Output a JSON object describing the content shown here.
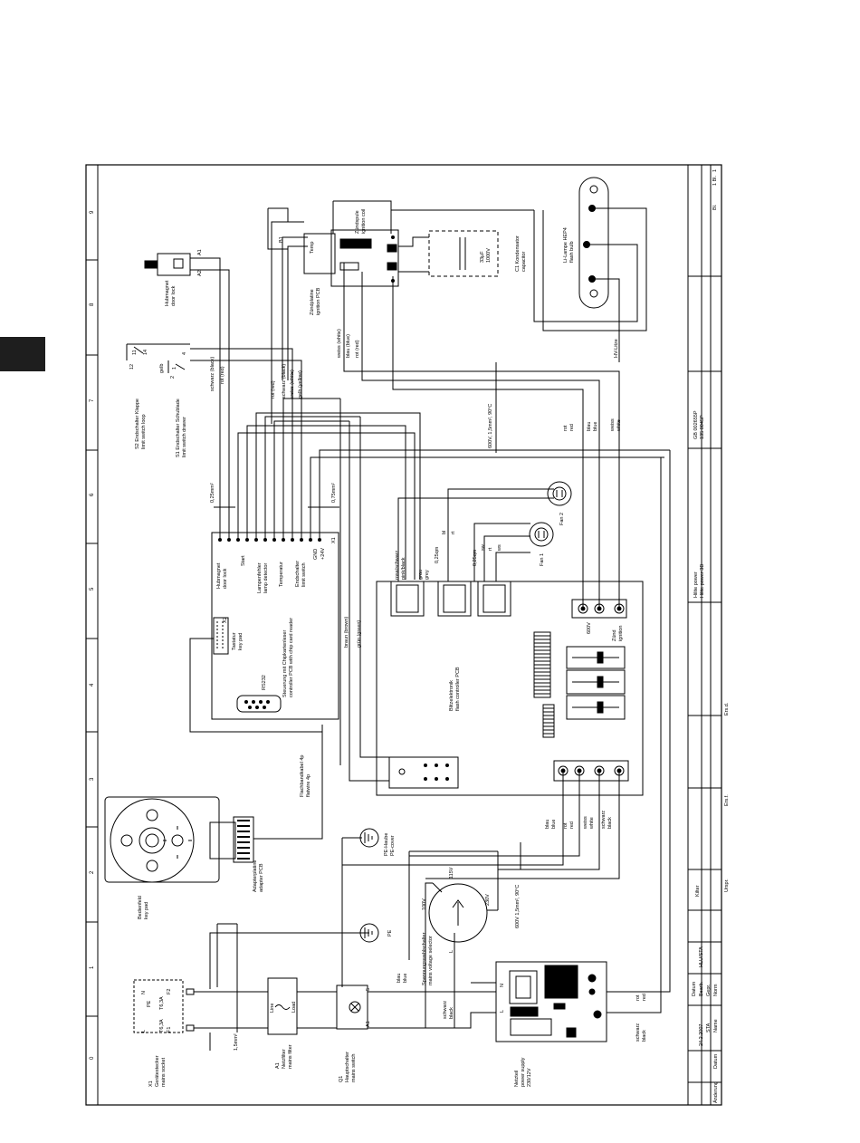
{
  "zones": [
    "0",
    "1",
    "2",
    "3",
    "4",
    "5",
    "6",
    "7",
    "8",
    "9"
  ],
  "title_block": {
    "sheet_no": "1",
    "sheet_no_label": "Bl.",
    "sheet_count": "1 Bl.",
    "project_title": "Kilter",
    "model_line1": "Hilite power",
    "model_line2": "Hilite power 3D",
    "part_no_1": "GB 002655P",
    "part_no_2": "135 0045P",
    "date_label": "Datum",
    "date_value": "24.2.2007",
    "drawn_label": "Bearb.",
    "drawn_value": "HLU/STA",
    "checked_label": "Gepr.",
    "checked_value": "STA",
    "norm_label": "Norm",
    "name_label": "Name",
    "change_label": "Änderung",
    "date_col_label": "Datum",
    "origin_label": "Urspr.",
    "replaced_label": "Ers.f.",
    "replaced_by_label": "Ers.d."
  },
  "components": {
    "mains_socket": {
      "line1": "X1",
      "line2": "Gerätestecker",
      "line3": "mains socket",
      "pe": "PE",
      "n": "N",
      "l": "L",
      "f1": "F1",
      "f2": "F2",
      "fuse1": "T6,3A",
      "fuse2": "T6,3A"
    },
    "mains_filter": {
      "line1": "A1",
      "line2": "Netzfilter",
      "line3": "mains filter",
      "line": "Line",
      "load": "Load"
    },
    "mains_switch": {
      "line1": "Q1",
      "line2": "Hauptschalter",
      "line3": "mains switch",
      "pin_a": "A1",
      "pin_b": "5"
    },
    "power_supply": {
      "line1": "Netzteil",
      "line2": "power supply",
      "line3": "230/12V",
      "pin_l": "L",
      "pin_n": "N"
    },
    "voltage_selector": {
      "line1": "Spannungswahlschalter",
      "line2": "mains voltage selector",
      "v115": "115V",
      "v230": "230V",
      "v100": "100V",
      "l": "L"
    },
    "keypad": {
      "line1": "Bedienfeld",
      "line2": "key pad"
    },
    "adapter_pcb": {
      "line1": "Adapterplatine",
      "line2": "adapter PCB"
    },
    "flat_cable": {
      "line1": "Flachbandkabel 4p",
      "line2": "flatwire 4p"
    },
    "pe_cover": {
      "line1": "PE-Haube",
      "line2": "PE-cover"
    },
    "pe": {
      "line1": "PE"
    },
    "controller": {
      "line1": "Steuerung mit Chipkartenleser",
      "line2": "controller PCB with chip card reader",
      "rs232": "RS232",
      "x2": "X2",
      "x1": "X1",
      "tastatur": "Tastatur",
      "keypad": "key pad"
    },
    "controller_pins": [
      "Hubmagnet",
      "door lock",
      "Start",
      "Lampenfehler",
      "lamp detector",
      "Temperatur",
      "Endschalter",
      "limit switch",
      "GND",
      "+24V"
    ],
    "flash_pcb": {
      "line1": "Blitzelektronik",
      "line2": "flash controller PCB",
      "v600": "600V",
      "zuend": "Zünd",
      "ignition": "ignition"
    },
    "fan1": {
      "label": "Fan 1"
    },
    "fan2": {
      "label": "Fan 2"
    },
    "door_lock": {
      "line1": "Hubmagnet",
      "line2": "door lock",
      "a1": "A1",
      "a2": "A2"
    },
    "limit_switch_s2": {
      "line1": "S2 Endschalter Klappe",
      "line2": "limit switch loop"
    },
    "limit_switch_s1": {
      "line1": "S1 Endschalter Schublade",
      "line2": "limit switch drawer"
    },
    "ignition_pcb": {
      "line1": "Zündplatine",
      "line2": "ignition PCB",
      "temp": "Temp",
      "b1": "B1"
    },
    "ignition_coil": {
      "line1": "Zündspule",
      "line2": "ignition coil"
    },
    "capacitor": {
      "line1": "C1 Kondensator",
      "line2": "capacitor",
      "value1": "33µF",
      "value2": "1000V"
    },
    "flash_bulb": {
      "line1": "Li-Lampe HEP4",
      "line2": "flash bulb"
    },
    "hv_wire": {
      "line1": "HV-Litze"
    }
  },
  "wires": {
    "w_075": "0,75mm²",
    "w_025": "0,25mm²",
    "w_15": "1,5mm²",
    "w_600_15": "600V, 1,5mm², 90°C",
    "w_600_15b": "600V 1,5mm², 90°C",
    "schwarz_black_door": "schwarz (black)",
    "rot_red_door": "rot (red)",
    "rot_red_ctrl": "rot (red)",
    "schwarz_black_ctrl": "schwarz (black)",
    "weiss_white_ctrl": "weiss (white)",
    "gelb_yellow_ctrl": "gelb (yellow)",
    "braun_brown": "braun (brown)",
    "gruen_green": "grün (green)",
    "weiss_white_ign": "weiss (white)",
    "blau_blue_ign": "blau (blue)",
    "rot_red_ign": "rot (red)",
    "fan_colors": [
      "rosa/schwarz",
      "pink/black",
      "grau",
      "grey",
      "0,25qm",
      "bl",
      "rt",
      "0,25qm",
      "sw",
      "rt",
      "ws"
    ],
    "hv_colors": [
      "rot",
      "red",
      "blau",
      "blue",
      "weiss",
      "white"
    ],
    "bottom_colors": [
      "blau",
      "blue",
      "rot",
      "red",
      "weiss",
      "white",
      "schwarz",
      "black"
    ],
    "mains_blue": [
      "blau",
      "blue"
    ],
    "mains_black": [
      "schwarz",
      "black"
    ],
    "ps_red": [
      "rot",
      "red"
    ],
    "ps_black": [
      "schwarz",
      "black"
    ],
    "s_gelb": "gelb",
    "s1": "1",
    "s2": "2",
    "s4": "4",
    "s11": "11",
    "s12": "12",
    "s14": "14"
  }
}
